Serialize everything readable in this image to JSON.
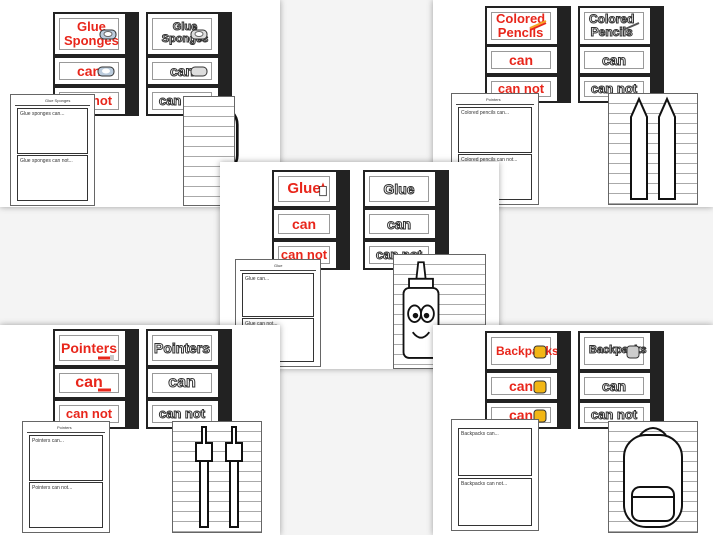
{
  "panels": {
    "glue_sponges": {
      "card_title_red": [
        "Glue",
        "Sponges"
      ],
      "card_title_outline": "Glue Sponges",
      "can": "can",
      "can_not": "can not",
      "sheet_header": "Glue Sponges",
      "prompt_can": "Glue sponges can...",
      "prompt_can_not": "Glue sponges can not..."
    },
    "colored_pencils": {
      "card_title_red": [
        "Colored",
        "Pencils"
      ],
      "card_title_outline": [
        "Colored",
        "Pencils"
      ],
      "can": "can",
      "can_not": "can not",
      "sheet_header": "Pointers",
      "prompt_can": "Colored pencils can...",
      "prompt_can_not": "Colored pencils can not..."
    },
    "glue": {
      "card_title_red": "Glue",
      "card_title_outline": "Glue",
      "can": "can",
      "can_not": "can not",
      "sheet_header": "Glue",
      "prompt_can": "Glue can...",
      "prompt_can_not": "Glue can not..."
    },
    "pointers": {
      "card_title_red": "Pointers",
      "card_title_outline": "Pointers",
      "can": "can",
      "can_not": "can not",
      "sheet_header": "Pointers",
      "prompt_can": "Pointers can...",
      "prompt_can_not": "Pointers can not..."
    },
    "backpacks": {
      "card_title_red": "Backpacks",
      "card_title_outline": "Backpacks",
      "can": "can",
      "can_not": "can",
      "can_not_outline": "can not",
      "prompt_can": "Backpacks can...",
      "prompt_can_not": "Backpacks can not..."
    }
  },
  "colors": {
    "accent": "#e8261b",
    "tab": "#222222"
  },
  "icons": [
    "sponge-icon",
    "pencils-icon",
    "glue-bottle-icon",
    "pointer-icon",
    "backpack-icon"
  ]
}
